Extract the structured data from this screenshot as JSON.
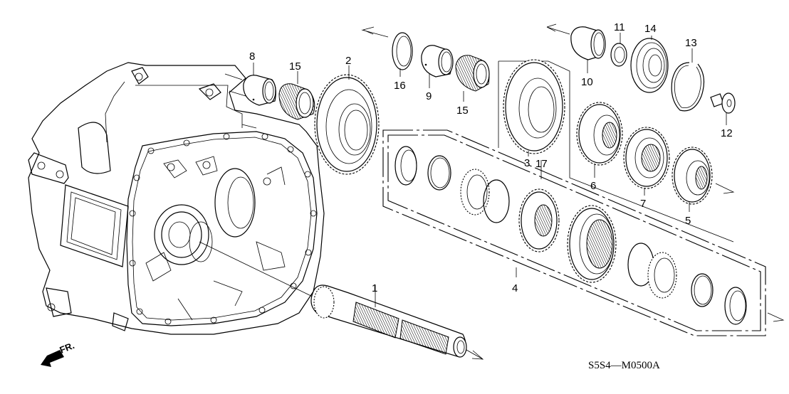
{
  "diagram": {
    "title": "Mainshaft assembly exploded parts diagram",
    "code": "S5S4—M0500A",
    "front_indicator": "FR.",
    "callouts": [
      {
        "number": "1",
        "part": "mainshaft"
      },
      {
        "number": "2",
        "part": "gear-2"
      },
      {
        "number": "3",
        "part": "gear-3"
      },
      {
        "number": "4",
        "part": "synchro-set-4"
      },
      {
        "number": "5",
        "part": "gear-5"
      },
      {
        "number": "6",
        "part": "gear-6"
      },
      {
        "number": "7",
        "part": "gear-7"
      },
      {
        "number": "8",
        "part": "collar-8"
      },
      {
        "number": "9",
        "part": "collar-9"
      },
      {
        "number": "10",
        "part": "collar-10"
      },
      {
        "number": "11",
        "part": "washer-11"
      },
      {
        "number": "12",
        "part": "bolt-12"
      },
      {
        "number": "13",
        "part": "snap-ring-13"
      },
      {
        "number": "14",
        "part": "ball-bearing-14"
      },
      {
        "number": "15",
        "part": "needle-bearing-15"
      },
      {
        "number": "16",
        "part": "ring-16"
      },
      {
        "number": "17",
        "part": "synchro-set-17"
      }
    ],
    "labels": {
      "l1": "1",
      "l2": "2",
      "l3": "3",
      "l4": "4",
      "l5": "5",
      "l6": "6",
      "l7": "7",
      "l8": "8",
      "l9": "9",
      "l10": "10",
      "l11": "11",
      "l12": "12",
      "l13": "13",
      "l14": "14",
      "l15a": "15",
      "l15b": "15",
      "l16": "16",
      "l17": "17"
    }
  }
}
